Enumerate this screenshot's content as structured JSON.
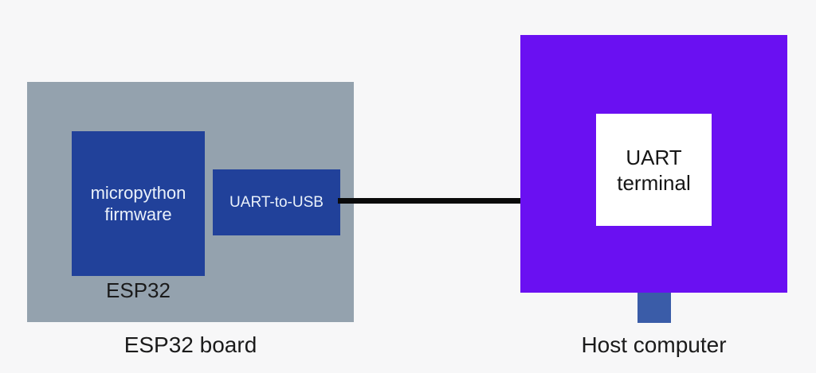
{
  "title": "ESP32 board to host computer UART connection diagram",
  "colors": {
    "background": "#f7f7f8",
    "board_gray": "#94a2ae",
    "chip_blue": "#21419a",
    "host_purple": "#6a10f2",
    "usb_port_blue": "#3a5ca8",
    "terminal_white": "#ffffff",
    "wire_black": "#0a0a0a",
    "dark_text": "#1b1b1b",
    "light_text": "#eaf1fa"
  },
  "esp32_board": {
    "label": "ESP32 board",
    "chip_label": "ESP32",
    "firmware_box": {
      "lines": [
        "micropython",
        "firmware"
      ]
    },
    "uart_usb_box": {
      "label": "UART-to-USB"
    }
  },
  "connection": {
    "type": "wire",
    "from": "UART-to-USB",
    "to": "Host computer"
  },
  "host_computer": {
    "label": "Host computer",
    "terminal_box": {
      "lines": [
        "UART",
        "terminal"
      ]
    }
  }
}
